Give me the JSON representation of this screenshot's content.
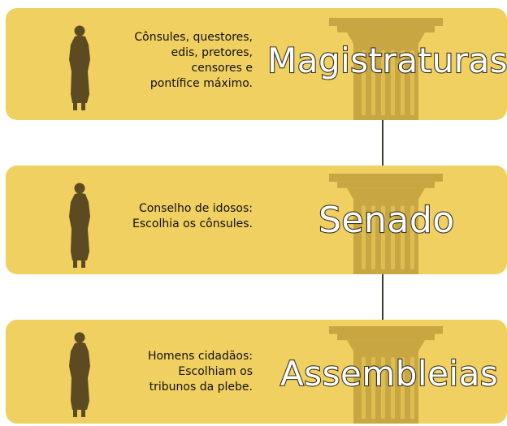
{
  "colors": {
    "panel_bg": "#f0d060",
    "column_fill": "#c8a642",
    "figure_fill": "#5b4a22",
    "title_fill": "#ffffff",
    "title_outline": "#3a3325",
    "connector": "#3f3a30"
  },
  "panels": [
    {
      "title": "Magistraturas",
      "description": [
        "Cônsules, questores,",
        "edis, pretores,",
        "censores e",
        "pontífice máximo."
      ],
      "figure_icon": "standing-toga-figure-icon",
      "column_icon": "greek-column-icon"
    },
    {
      "title": "Senado",
      "description": [
        "Conselho de idosos:",
        "Escolhia os cônsules."
      ],
      "figure_icon": "standing-toga-figure-icon",
      "column_icon": "greek-column-icon"
    },
    {
      "title": "Assembleias",
      "description": [
        "Homens cidadãos:",
        "Escolhiam os",
        "tribunos da plebe."
      ],
      "figure_icon": "standing-toga-figure-icon",
      "column_icon": "greek-column-icon"
    }
  ]
}
